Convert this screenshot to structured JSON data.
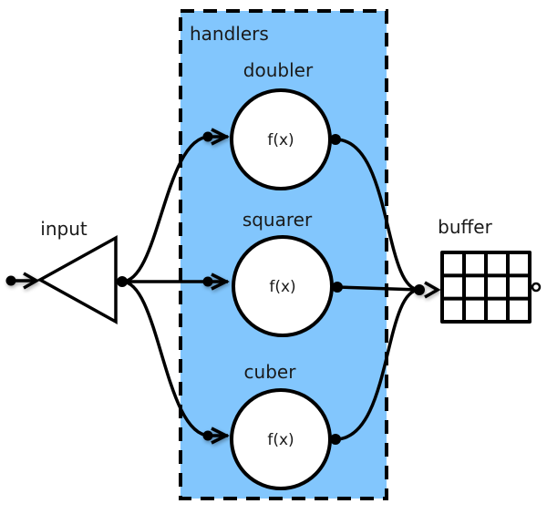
{
  "diagram": {
    "colors": {
      "group_fill": "#82c6fd",
      "stroke": "#000000",
      "node_fill": "#ffffff"
    },
    "group": {
      "label": "handlers"
    },
    "input": {
      "label": "input"
    },
    "handlers": [
      {
        "label": "doubler",
        "function_label": "f(x)"
      },
      {
        "label": "squarer",
        "function_label": "f(x)"
      },
      {
        "label": "cuber",
        "function_label": "f(x)"
      }
    ],
    "buffer": {
      "label": "buffer",
      "rows": 3,
      "columns": 4
    }
  }
}
